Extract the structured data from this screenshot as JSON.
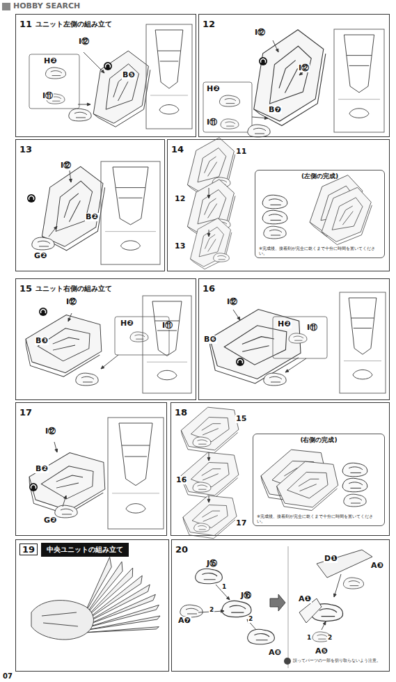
{
  "diagram": {
    "nodes": [
      {
        "text": [
          "11",
          "ユニット左側の組み立て"
        ]
      },
      {
        "text": [
          "12"
        ]
      },
      {
        "text": [
          "13"
        ]
      },
      {
        "text": [
          "14"
        ]
      },
      {
        "text": [
          "(左側の完成)",
          "※完成後、接着剤が完全に乾くまで十分に時間を置いてください。"
        ],
        "in": 3
      },
      {
        "text": [
          "15",
          "ユニット右側の組み立て"
        ]
      },
      {
        "text": [
          "16"
        ]
      },
      {
        "text": [
          "17"
        ]
      },
      {
        "text": [
          "18"
        ]
      },
      {
        "text": [
          "(右側の完成)",
          "※完成後、接着剤が完全に乾くまで十分に時間を置いてください。"
        ],
        "in": 8
      },
      {
        "text": [
          "19",
          "中央ユニットの組み立て"
        ]
      },
      {
        "text": [
          "20"
        ]
      }
    ],
    "labels": [
      "HOBBY SEARCH",
      "I⑫",
      "H❷",
      "I⑪",
      "B❺",
      "I⑫",
      "I⑫",
      "H❷",
      "I⑪",
      "B❼",
      "I⑫",
      "B❷",
      "G❷",
      "11",
      "12",
      "13",
      "I⑫",
      "B❸",
      "H❷",
      "I⑪",
      "I⑫",
      "B❻",
      "H❷",
      "I⑪",
      "I⑫",
      "B❷",
      "G❷",
      "15",
      "16",
      "17",
      "J⑮",
      "1",
      "J⑯",
      "2",
      "2",
      "A❼",
      "A❽",
      "D❶",
      "A❸",
      "A❶",
      "1",
      "2",
      "A❺",
      "誤ってパーツの一部を切り取らないよう注意。",
      "07"
    ]
  }
}
